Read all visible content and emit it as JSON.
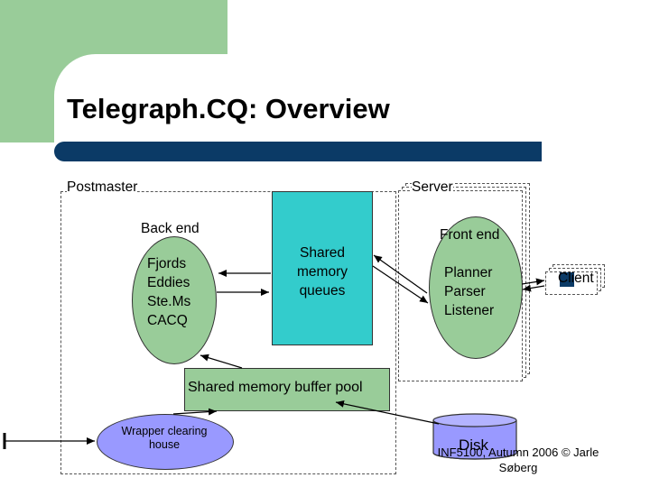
{
  "slide": {
    "title": "Telegraph.CQ: Overview",
    "labels": {
      "postmaster": "Postmaster",
      "server": "Server",
      "back_end": "Back end",
      "back_end_items": [
        "Fjords",
        "Eddies",
        "Ste.Ms",
        "CACQ"
      ],
      "shared_memory": [
        "Shared",
        "memory",
        "queues"
      ],
      "front_end": "Front end",
      "front_end_items": [
        "Planner",
        "Parser",
        "Listener"
      ],
      "client": "Client",
      "buffer_pool": "Shared memory buffer pool",
      "wrapper": [
        "Wrapper clearing",
        "house"
      ],
      "disk": "Disk"
    },
    "footer": [
      "INF5100, Autumn 2006 © Jarle",
      "Søberg"
    ]
  },
  "colors": {
    "green": "#99cc99",
    "teal": "#33cccc",
    "navy": "#0b3a66",
    "lavender": "#9999ff"
  }
}
